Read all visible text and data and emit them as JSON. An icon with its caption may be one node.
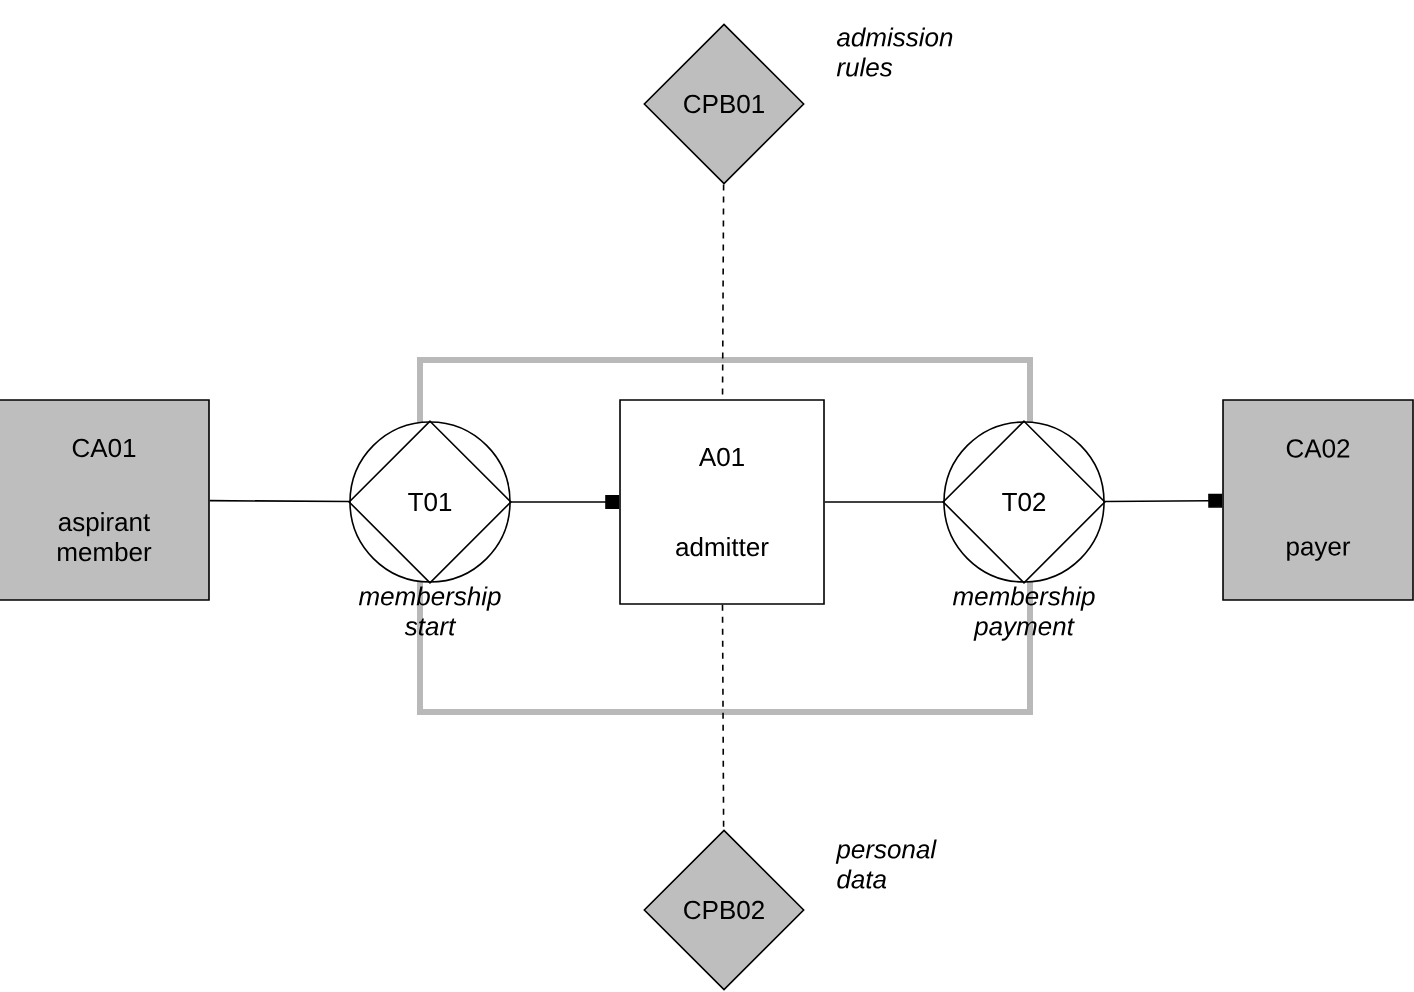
{
  "diagram": {
    "nodes": [
      {
        "text": [],
        "shape": "box"
      },
      {
        "text": [
          "CPB01"
        ],
        "beside": [
          "admission rules"
        ]
      },
      {
        "text": [
          "CA01",
          "aspirant member"
        ]
      },
      {
        "text": [
          "T01"
        ],
        "beside": [
          "membership start"
        ]
      },
      {
        "text": [
          "A01",
          "admitter"
        ],
        "in": 0
      },
      {
        "text": [
          "T02"
        ],
        "beside": [
          "membership payment"
        ]
      },
      {
        "text": [
          "CA02",
          "payer"
        ]
      },
      {
        "text": [
          "CPB02"
        ],
        "beside": [
          "personal data"
        ]
      }
    ],
    "edges": [
      {
        "from": 2,
        "to": 3,
        "arrow": "none"
      },
      {
        "from": 3,
        "to": 4,
        "arrow": "other"
      },
      {
        "from": 4,
        "to": 5,
        "arrow": "none"
      },
      {
        "from": 5,
        "to": 6,
        "arrow": "other"
      },
      {
        "from": 1,
        "to": 4,
        "arrow": "none",
        "style": "dashed"
      },
      {
        "from": 4,
        "to": 7,
        "arrow": "none",
        "style": "dashed"
      }
    ]
  }
}
